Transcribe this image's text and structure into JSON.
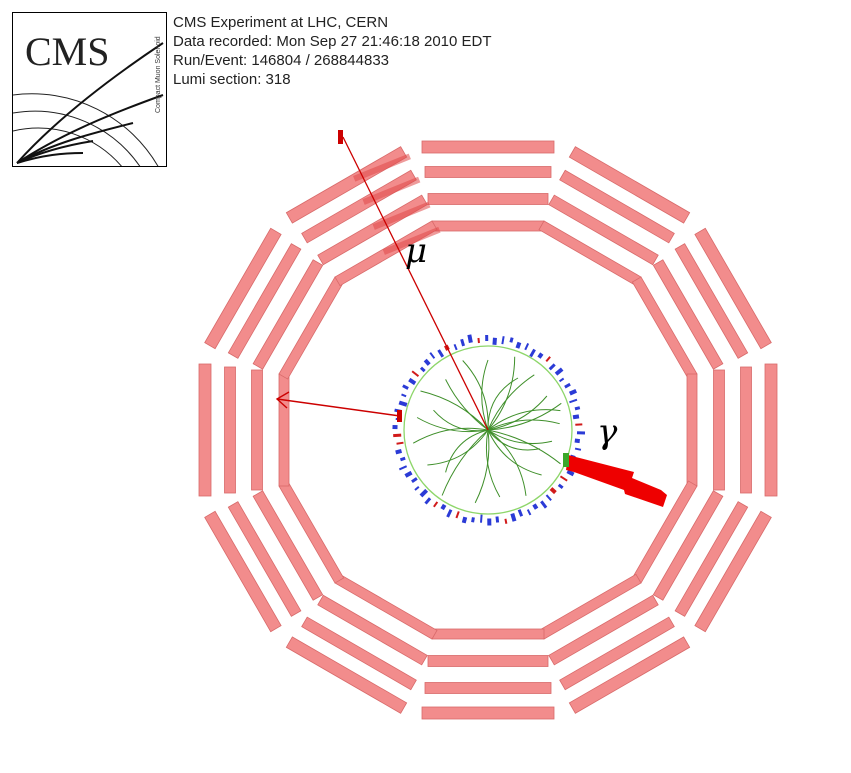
{
  "logo": {
    "text": "CMS",
    "subtitle": "Compact Muon Solenoid"
  },
  "event_info": {
    "line1": "CMS Experiment at LHC, CERN",
    "line2": "Data recorded: Mon Sep 27 21:46:18 2010 EDT",
    "line3": "Run/Event: 146804 / 268844833",
    "line4": "Lumi section: 318"
  },
  "labels": {
    "muon": "μ",
    "photon": "γ"
  },
  "colors": {
    "muon_chamber": "#f28c8c",
    "muon_chamber_edge": "#d86a6a",
    "track": "#3f8f2a",
    "tracker_circle": "#8ed66a",
    "muon_line": "#cc0000",
    "ecal_blue": "#2b3bd6",
    "ecal_red": "#d11a1a",
    "photon_deposit": "#ee0000"
  }
}
